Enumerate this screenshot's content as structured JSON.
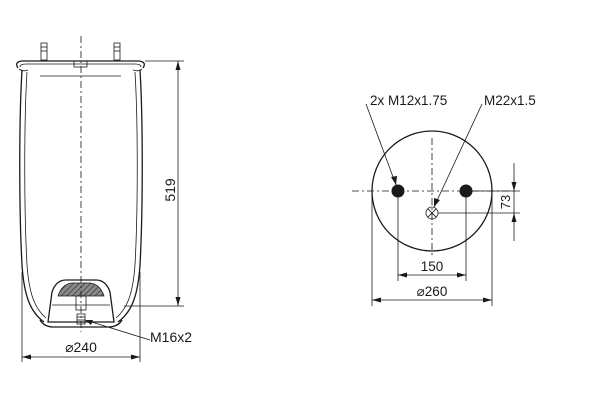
{
  "side_view": {
    "height_label": "519",
    "bottom_diameter_label": "⌀240",
    "thread_label": "M16x2"
  },
  "top_view": {
    "stud_label": "2x M12x1.75",
    "fitting_label": "M22x1.5",
    "hole_spacing_label": "150",
    "offset_label": "73",
    "plate_diameter_label": "⌀260"
  },
  "colors": {
    "line": "#1a1a1a",
    "background": "#ffffff",
    "hatch_fill": "#6f6f6f"
  }
}
